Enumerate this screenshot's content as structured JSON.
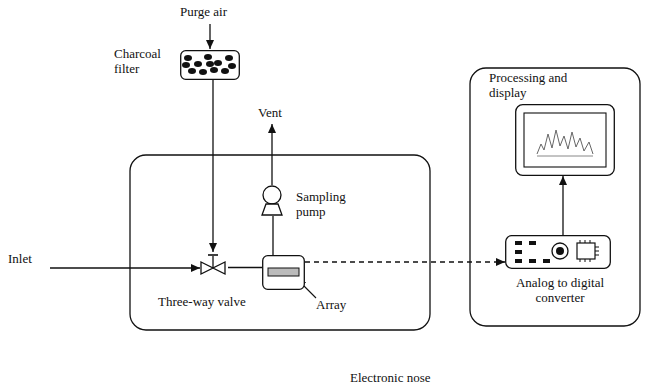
{
  "diagram": {
    "nodes": [
      {
        "text": [
          "Charcoal filter"
        ]
      },
      {
        "text": [
          "Three-way valve"
        ]
      },
      {
        "text": [
          "Array"
        ]
      },
      {
        "text": [
          "Sampling pump"
        ]
      },
      {
        "text": [
          "Processing and display"
        ]
      },
      {
        "text": [
          "Analog to digital converter"
        ]
      }
    ],
    "edges": [
      {
        "from": 0,
        "to": 1,
        "arrow": "to"
      },
      {
        "from": 1,
        "to": 2,
        "arrow": "none"
      },
      {
        "from": 2,
        "to": 3,
        "arrow": "none"
      },
      {
        "from": 2,
        "to": 5,
        "arrow": "to"
      },
      {
        "from": 5,
        "to": 4,
        "arrow": "to"
      }
    ],
    "labels": [
      "Purge air",
      "Vent",
      "Inlet",
      "Electronic nose"
    ]
  }
}
